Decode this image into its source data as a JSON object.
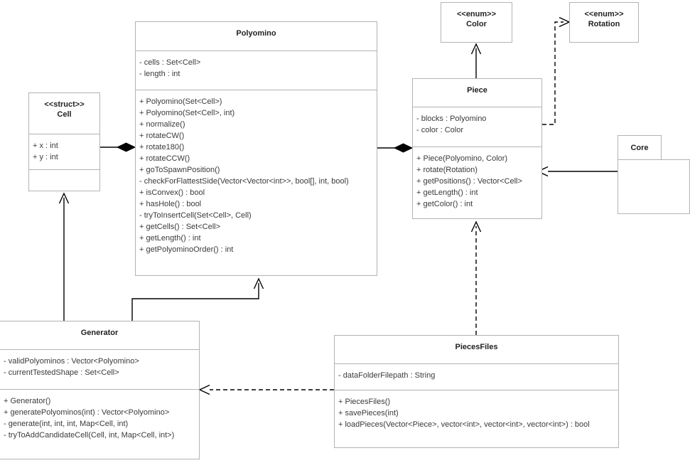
{
  "diagram": {
    "title": "UML class diagram",
    "line_color": "#000000",
    "box_border_color": "#b3b3b3",
    "background": "#ffffff"
  },
  "classes": {
    "polyomino": {
      "name": "Polyomino",
      "attributes": [
        "- cells : Set<Cell>",
        "- length : int"
      ],
      "operations": [
        "+ Polyomino(Set<Cell>)",
        "+ Polyomino(Set<Cell>, int)",
        "+ normalize()",
        "+ rotateCW()",
        "+ rotate180()",
        "+ rotateCCW()",
        "+ goToSpawnPosition()",
        "- checkForFlattestSide(Vector<Vector<int>>, bool[], int, bool)",
        "+ isConvex() : bool",
        "+ hasHole() : bool",
        "- tryToInsertCell(Set<Cell>, Cell)",
        "+ getCells() : Set<Cell>",
        "+ getLength() : int",
        "+ getPolyominoOrder() : int"
      ]
    },
    "cell": {
      "stereotype": "<<struct>>",
      "name": "Cell",
      "attributes": [
        "+ x : int",
        "+ y : int"
      ],
      "operations": []
    },
    "piece": {
      "name": "Piece",
      "attributes": [
        "- blocks : Polyomino",
        "- color : Color"
      ],
      "operations": [
        "+ Piece(Polyomino, Color)",
        "+ rotate(Rotation)",
        "+ getPositions() : Vector<Cell>",
        "+ getLength() : int",
        "+ getColor() : int"
      ]
    },
    "color": {
      "stereotype": "<<enum>>",
      "name": "Color"
    },
    "rotation": {
      "stereotype": "<<enum>>",
      "name": "Rotation"
    },
    "core": {
      "name": "Core"
    },
    "generator": {
      "name": "Generator",
      "attributes": [
        "- validPolyominos : Vector<Polyomino>",
        "- currentTestedShape : Set<Cell>"
      ],
      "operations": [
        "+ Generator()",
        "+ generatePolyominos(int) : Vector<Polyomino>",
        "- generate(int, int, int, Map<Cell, int)",
        "- tryToAddCandidateCell(Cell, int, Map<Cell, int>)"
      ]
    },
    "piecesfiles": {
      "name": "PiecesFiles",
      "attributes": [
        "- dataFolderFilepath : String"
      ],
      "operations": [
        "+ PiecesFiles()",
        "+ savePieces(int)",
        "+ loadPieces(Vector<Piece>, vector<int>, vector<int>, vector<int>) : bool"
      ]
    }
  },
  "relationships": [
    {
      "name": "cell-to-polyomino-composition",
      "from": "Cell",
      "to": "Polyomino",
      "type": "composition",
      "style": "solid"
    },
    {
      "name": "polyomino-to-piece-composition",
      "from": "Polyomino",
      "to": "Piece",
      "type": "composition",
      "style": "solid"
    },
    {
      "name": "piece-to-color-association",
      "from": "Piece",
      "to": "Color",
      "type": "association",
      "style": "solid"
    },
    {
      "name": "piece-to-rotation-dependency",
      "from": "Piece",
      "to": "Rotation",
      "type": "dependency",
      "style": "dashed"
    },
    {
      "name": "core-to-piece-association",
      "from": "Core",
      "to": "Piece",
      "type": "association",
      "style": "solid"
    },
    {
      "name": "generator-to-cell-association",
      "from": "Generator",
      "to": "Cell",
      "type": "association",
      "style": "solid"
    },
    {
      "name": "generator-to-polyomino-association",
      "from": "Generator",
      "to": "Polyomino",
      "type": "association",
      "style": "solid"
    },
    {
      "name": "piecesfiles-to-generator-dependency",
      "from": "PiecesFiles",
      "to": "Generator",
      "type": "dependency",
      "style": "dashed"
    },
    {
      "name": "piecesfiles-to-piece-dependency",
      "from": "PiecesFiles",
      "to": "Piece",
      "type": "dependency",
      "style": "dashed"
    }
  ]
}
